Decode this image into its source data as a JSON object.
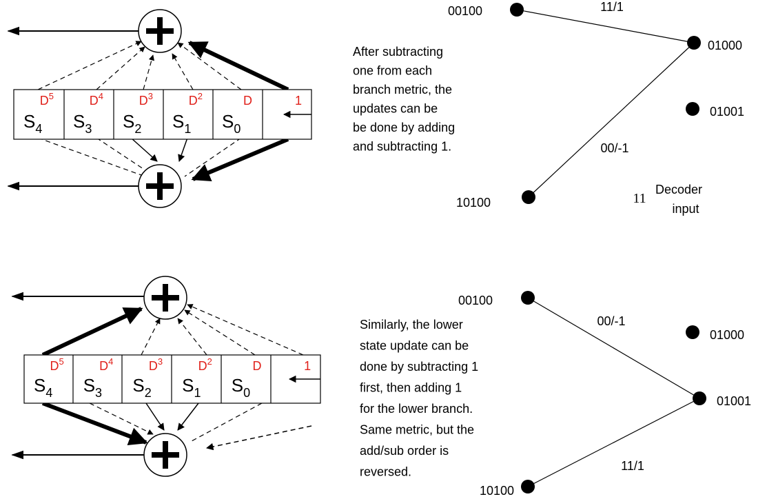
{
  "top": {
    "registers": [
      {
        "main": "S",
        "sub": "4",
        "delay": "D",
        "delay_exp": "5"
      },
      {
        "main": "S",
        "sub": "3",
        "delay": "D",
        "delay_exp": "4"
      },
      {
        "main": "S",
        "sub": "2",
        "delay": "D",
        "delay_exp": "3"
      },
      {
        "main": "S",
        "sub": "1",
        "delay": "D",
        "delay_exp": "2"
      },
      {
        "main": "S",
        "sub": "0",
        "delay": "D",
        "delay_exp": ""
      },
      {
        "main": "",
        "sub": "",
        "delay": "1",
        "delay_exp": ""
      }
    ],
    "paragraph": [
      "After subtracting",
      "one from each",
      "branch metric, the",
      "updates can be",
      "be done by adding",
      "and subtracting 1."
    ],
    "nodes": {
      "n00100": "00100",
      "n01000": "01000",
      "n01001": "01001",
      "n10100": "10100"
    },
    "branches": {
      "upper": "11/1",
      "lower": "00/-1"
    },
    "decoder_value": "11",
    "decoder_label_line1": "Decoder",
    "decoder_label_line2": "input"
  },
  "bottom": {
    "registers": [
      {
        "main": "S",
        "sub": "4",
        "delay": "D",
        "delay_exp": "5"
      },
      {
        "main": "S",
        "sub": "3",
        "delay": "D",
        "delay_exp": "4"
      },
      {
        "main": "S",
        "sub": "2",
        "delay": "D",
        "delay_exp": "3"
      },
      {
        "main": "S",
        "sub": "1",
        "delay": "D",
        "delay_exp": "2"
      },
      {
        "main": "S",
        "sub": "0",
        "delay": "D",
        "delay_exp": ""
      },
      {
        "main": "",
        "sub": "",
        "delay": "1",
        "delay_exp": ""
      }
    ],
    "paragraph": [
      "Similarly, the lower",
      "state update can be",
      "done by subtracting 1",
      "first, then adding 1",
      "for the lower branch.",
      "Same metric, but the",
      "add/sub order is",
      "reversed."
    ],
    "nodes": {
      "n00100": "00100",
      "n01000": "01000",
      "n01001": "01001",
      "n10100": "10100"
    },
    "branches": {
      "upper": "00/-1",
      "lower": "11/1"
    }
  },
  "colors": {
    "delay_label": "#e0201a",
    "line": "#000000"
  }
}
